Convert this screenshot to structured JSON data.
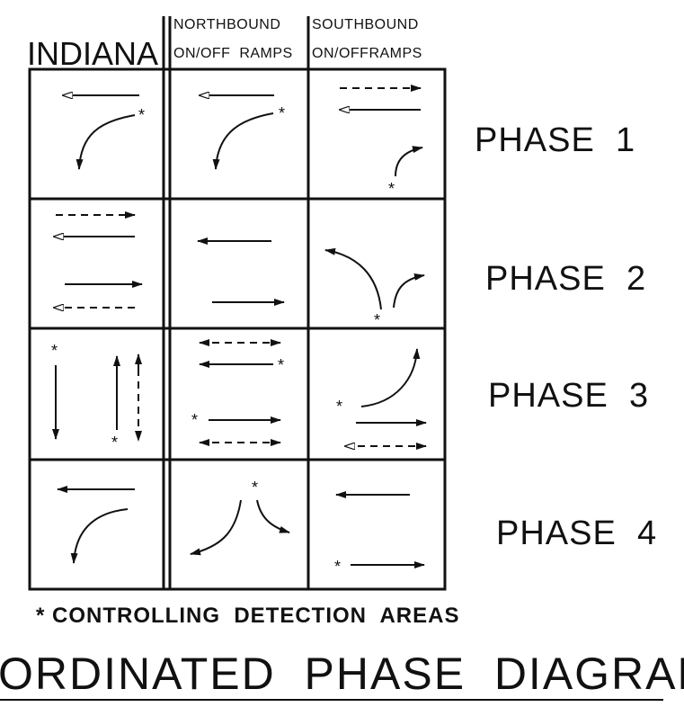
{
  "headers": {
    "state": "INDIANA",
    "northbound": [
      "NORTHBOUND",
      "ON/OFF  RAMPS"
    ],
    "southbound": [
      "SOUTHBOUND",
      "ON/OFFRAMPS"
    ]
  },
  "phases": [
    "PHASE  1",
    "PHASE  2",
    "PHASE  3",
    "PHASE  4"
  ],
  "note": "* CONTROLLING  DETECTION  AREAS",
  "title": "ORDINATED  PHASE  DIAGRAM",
  "detector_symbol": "*"
}
